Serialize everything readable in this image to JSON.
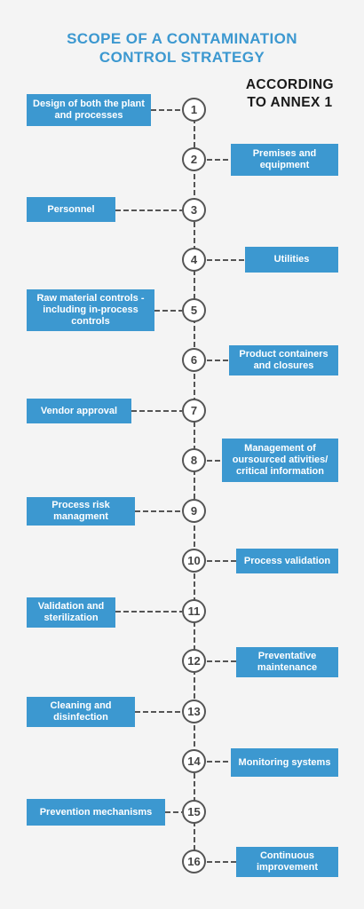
{
  "title": {
    "line1": "SCOPE OF A CONTAMINATION",
    "line2": "CONTROL STRATEGY"
  },
  "subtitle": {
    "line1": "ACCORDING",
    "line2": "TO ANNEX 1"
  },
  "colors": {
    "accent": "#3c98d0",
    "line": "#555555",
    "background": "#f4f4f4"
  },
  "items": [
    {
      "number": "1",
      "label": "Design of both the plant and processes"
    },
    {
      "number": "2",
      "label": "Premises and equipment"
    },
    {
      "number": "3",
      "label": "Personnel"
    },
    {
      "number": "4",
      "label": "Utilities"
    },
    {
      "number": "5",
      "label": "Raw material controls - including in-process controls"
    },
    {
      "number": "6",
      "label": "Product containers and closures"
    },
    {
      "number": "7",
      "label": "Vendor approval"
    },
    {
      "number": "8",
      "label": "Management of oursourced ativities/ critical information"
    },
    {
      "number": "9",
      "label": "Process risk managment"
    },
    {
      "number": "10",
      "label": "Process validation"
    },
    {
      "number": "11",
      "label": "Validation and sterilization"
    },
    {
      "number": "12",
      "label": "Preventative maintenance"
    },
    {
      "number": "13",
      "label": "Cleaning and disinfection"
    },
    {
      "number": "14",
      "label": "Monitoring systems"
    },
    {
      "number": "15",
      "label": "Prevention mechanisms"
    },
    {
      "number": "16",
      "label": "Continuous improvement"
    }
  ]
}
